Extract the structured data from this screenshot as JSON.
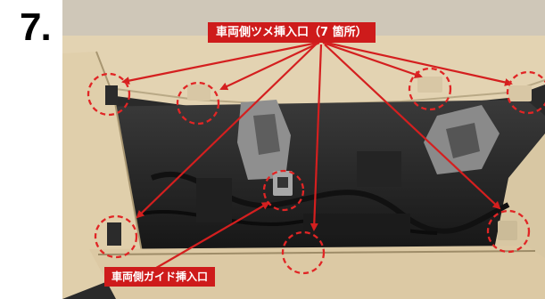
{
  "step_number": "7.",
  "labels": {
    "claw_holes": "車両側ツメ挿入口（7 箇所）",
    "guide_hole": "車両側ガイド挿入口"
  },
  "colors": {
    "annotation_red": "#ce1b1b",
    "panel_beige": "#e6d6b6"
  }
}
